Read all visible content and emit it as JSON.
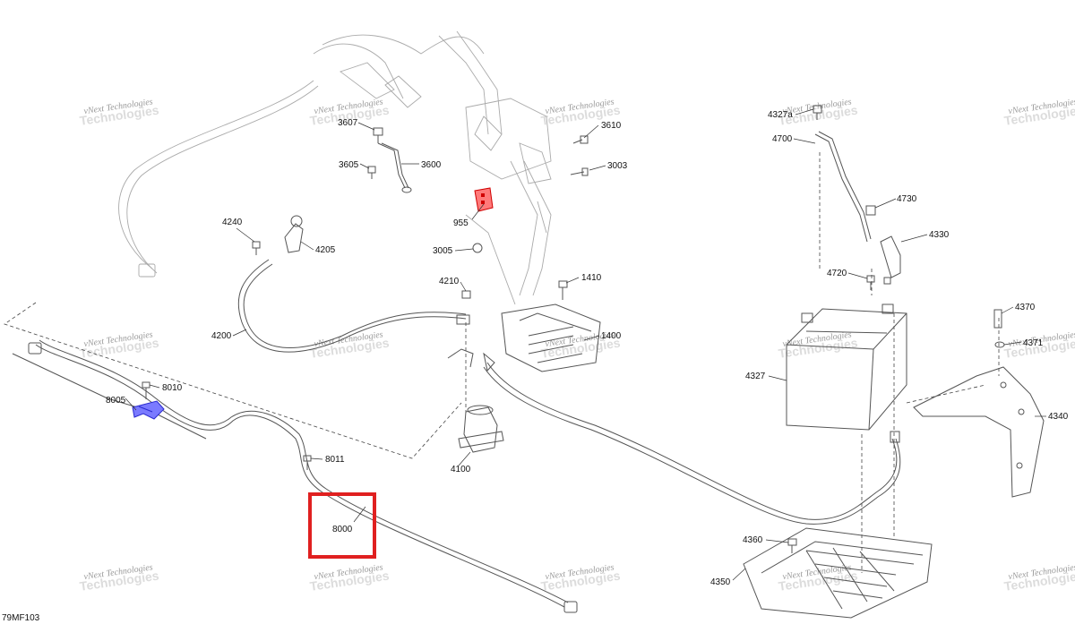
{
  "diagram": {
    "code": "79MF103",
    "watermark": {
      "line1": "vNext Technologies",
      "line2": "Technologies"
    },
    "highlight_color": "#e02020",
    "labels": {
      "l3607": "3607",
      "l3605": "3605",
      "l3600": "3600",
      "l3610": "3610",
      "l3003": "3003",
      "l955": "955",
      "l3005": "3005",
      "l4240": "4240",
      "l4205": "4205",
      "l4210": "4210",
      "l1410": "1410",
      "l4200": "4200",
      "l1400": "1400",
      "l4100": "4100",
      "l8010": "8010",
      "l8005": "8005",
      "l8011": "8011",
      "l8000": "8000",
      "l4327a": "4327a",
      "l4700": "4700",
      "l4730": "4730",
      "l4330": "4330",
      "l4720": "4720",
      "l4327": "4327",
      "l4370": "4370",
      "l4371": "4371",
      "l4340": "4340",
      "l4360": "4360",
      "l4350": "4350"
    }
  }
}
